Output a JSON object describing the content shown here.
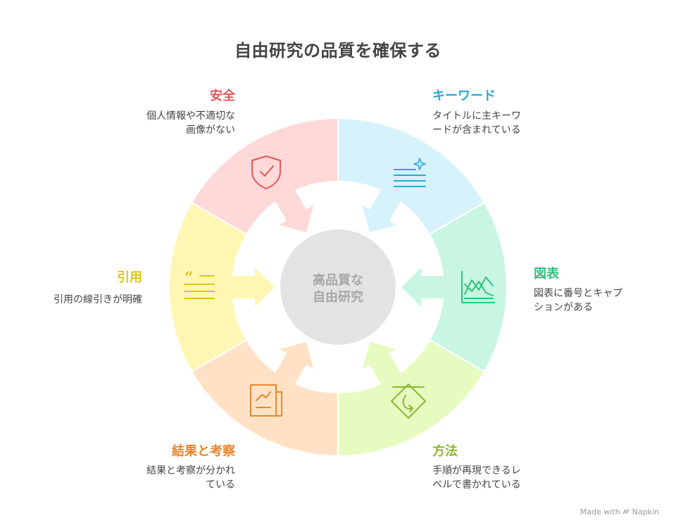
{
  "title": "自由研究の品質を確保する",
  "center": {
    "line1": "高品質な",
    "line2": "自由研究",
    "color": "#e3e3e3"
  },
  "segments": [
    {
      "id": "keyword",
      "label": "キーワード",
      "description_lines": [
        "タイトルに主キーワ",
        "ードが含まれている"
      ],
      "color": "#2aa7d7",
      "fill": "#d6f2fc",
      "icon": "list-sparkle-icon"
    },
    {
      "id": "figure",
      "label": "図表",
      "description_lines": [
        "図表に番号とキャプ",
        "ションがある"
      ],
      "color": "#2fc27c",
      "fill": "#c8f6e2",
      "icon": "line-chart-icon"
    },
    {
      "id": "method",
      "label": "方法",
      "description_lines": [
        "手順が再現できるレ",
        "ベルで書かれている"
      ],
      "color": "#8ab82f",
      "fill": "#e7fbc0",
      "icon": "process-diamond-icon"
    },
    {
      "id": "result",
      "label": "結果と考察",
      "description_lines": [
        "結果と考察が分かれ",
        "ている"
      ],
      "color": "#e8862d",
      "fill": "#ffe2c6",
      "icon": "report-chart-icon"
    },
    {
      "id": "citation",
      "label": "引用",
      "description_lines": [
        "引用の線引きが明確"
      ],
      "color": "#e2c21e",
      "fill": "#fff6b4",
      "icon": "quote-icon"
    },
    {
      "id": "safety",
      "label": "安全",
      "description_lines": [
        "個人情報や不適切な",
        "画像がない"
      ],
      "color": "#e25859",
      "fill": "#ffd8d8",
      "icon": "shield-check-icon"
    }
  ],
  "footer": {
    "made_with": "Made with",
    "brand": "Napkin"
  }
}
